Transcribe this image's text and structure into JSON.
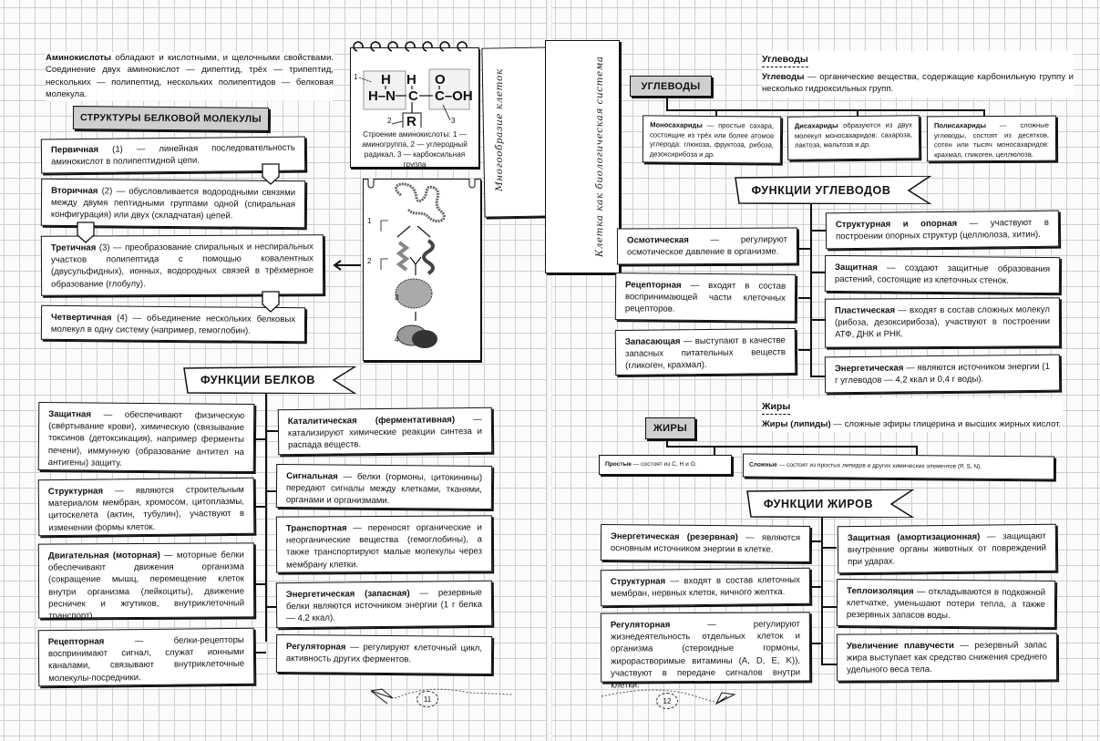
{
  "left_page": {
    "intro": {
      "term": "Аминокислоты",
      "text": " обладают и кислотными, и щелочными свойствами. Соединение двух аминокислот — дипептид, трёх — трипептид, нескольких — полипептид, нескольких полипептидов — белковая молекула."
    },
    "structures_heading": "СТРУКТУРЫ БЕЛКОВОЙ МОЛЕКУЛЫ",
    "structures": [
      {
        "term": "Первичная",
        "text": " (1) — линейная последовательность аминокислот в полипептидной цепи."
      },
      {
        "term": "Вторичная",
        "text": " (2) — обусловливается водородными связями между двумя пептидными группами одной (спиральная конфигурация) или двух (складчатая) цепей."
      },
      {
        "term": "Третичная",
        "text": " (3) — преобразование спиральных и неспиральных участков полипептида с помощью ковалентных (двусульфидных), ионных, водородных связей в трёхмерное образование (глобулу)."
      },
      {
        "term": "Четвертичная",
        "text": " (4) — объединение нескольких белковых молекул в одну систему (например, гемоглобин)."
      }
    ],
    "amino_acid_diagram": {
      "labels": [
        "1",
        "2",
        "3"
      ],
      "atoms": {
        "h1": "H",
        "hn": "H–N",
        "h2": "H",
        "c": "C",
        "o": "O",
        "cooh": "C–OH",
        "r": "R"
      },
      "caption": "Строение аминокислоты: 1 — аминогруппа, 2 — углеродный радикал, 3 — карбоксильная группа"
    },
    "protein_levels_figure": {
      "labels": [
        "1",
        "2",
        "3",
        "4"
      ]
    },
    "vertical_card": {
      "line1": "Многообразие клеток",
      "line2": "Клетка как биологическая система"
    },
    "functions_heading": "ФУНКЦИИ БЕЛКОВ",
    "functions_left": [
      {
        "term": "Защитная",
        "text": " — обеспечивают физическую (свёртывание крови), химическую (связывание токсинов (детоксикация), например ферменты печени), иммунную (образование антител на антигены) защиту."
      },
      {
        "term": "Структурная",
        "text": " — являются строительным материалом мембран, хромосом, цитоплазмы, цитоскелета (актин, тубулин), участвуют в изменении формы клеток."
      },
      {
        "term": "Двигательная (моторная)",
        "text": " — моторные белки обеспечивают движения организма (сокращение мышц, перемещение клеток внутри организма (лейкоциты), движение ресничек и жгутиков, внутриклеточный транспорт)."
      },
      {
        "term": "Рецепторная",
        "text": " — белки-рецепторы воспринимают сигнал, служат ионными каналами, связывают внутриклеточные молекулы-посредники."
      }
    ],
    "functions_right": [
      {
        "term": "Каталитическая (ферментативная)",
        "text": " — катализируют химические реакции синтеза и распада веществ."
      },
      {
        "term": "Сигнальная",
        "text": " — белки (гормоны, цитокинины) передают сигналы между клетками, тканями, органами и организмами."
      },
      {
        "term": "Транспортная",
        "text": " — переносят органические и неорганические вещества (гемоглобины), а также транспортируют малые молекулы через мембрану клетки."
      },
      {
        "term": "Энергетическая (запасная)",
        "text": " — резервные белки являются источником энергии (1 г белка — 4,2 ккал)."
      },
      {
        "term": "Регуляторная",
        "text": " — регулируют клеточный цикл, активность других ферментов."
      }
    ],
    "page_number": "11"
  },
  "right_page": {
    "carbs": {
      "subtitle": "Углеводы",
      "definition_term": "Углеводы",
      "definition_text": " — органические вещества, содержащие карбонильную группу и несколько гидроксильных групп.",
      "tag": "УГЛЕВОДЫ",
      "types": [
        {
          "term": "Моносахариды",
          "text": " — простые сахара, состоящие из трёх или более атомов углерода: глюкоза, фруктоза, рибоза, дезоксирибоза и др."
        },
        {
          "term": "Дисахариды",
          "text": " образуются из двух молекул моносахаридов: сахароза, лактоза, мальтоза и др."
        },
        {
          "term": "Полисахариды",
          "text": " — сложные углеводы, состоят из десятков, сотен или тысяч моносахаридов: крахмал, гликоген, целлюлоза."
        }
      ],
      "functions_heading": "ФУНКЦИИ УГЛЕВОДОВ",
      "functions_left": [
        {
          "term": "Осмотическая",
          "text": " — регулируют осмотическое давление в организме."
        },
        {
          "term": "Рецепторная",
          "text": " — входят в состав воспринимающей части клеточных рецепторов."
        },
        {
          "term": "Запасающая",
          "text": " — выступают в качестве запасных питательных веществ (гликоген, крахмал)."
        }
      ],
      "functions_right": [
        {
          "term": "Структурная и опорная",
          "text": " — участвуют в построении опорных структур (целлюлоза, хитин)."
        },
        {
          "term": "Защитная",
          "text": " — создают защитные образования растений, состоящие из клеточных стенок."
        },
        {
          "term": "Пластическая",
          "text": " — входят в состав сложных молекул (рибоза, дезоксирибоза), участвуют в построении АТФ, ДНК и РНК."
        },
        {
          "term": "Энергетическая",
          "text": " — являются источником энергии (1 г углеводов — 4,2 ккал и 0,4 г воды)."
        }
      ]
    },
    "fats": {
      "subtitle": "Жиры",
      "definition_term": "Жиры (липиды)",
      "definition_text": " — сложные эфиры глицерина и высших жирных кислот.",
      "tag": "ЖИРЫ",
      "types": [
        {
          "term": "Простые",
          "text": " — состоят из C, H и O."
        },
        {
          "term": "Сложные",
          "text": " — состоят из простых липидов и других химических элементов (P, S, N)."
        }
      ],
      "functions_heading": "ФУНКЦИИ ЖИРОВ",
      "functions_left": [
        {
          "term": "Энергетическая (резервная)",
          "text": " — являются основным источником энергии в клетке."
        },
        {
          "term": "Структурная",
          "text": " — входят в состав клеточных мембран, нервных клеток, яичного желтка."
        },
        {
          "term": "Регуляторная",
          "text": " — регулируют жизнедеятельность отдельных клеток и организма (стероидные гормоны, жирорастворимые витамины (A, D, E, K)), участвуют в передаче сигналов внутри клетки."
        }
      ],
      "functions_right": [
        {
          "term": "Защитная (амортизационная)",
          "text": " — защищают внутренние органы животных от повреждений при ударах."
        },
        {
          "term": "Теплоизоляция",
          "text": " — откладываются в подкожной клетчатке, уменьшают потери тепла, а также резервных запасов воды."
        },
        {
          "term": "Увеличение плавучести",
          "text": " — резервный запас жира выступает как средство снижения среднего удельного веса тела."
        }
      ]
    },
    "page_number": "12"
  }
}
